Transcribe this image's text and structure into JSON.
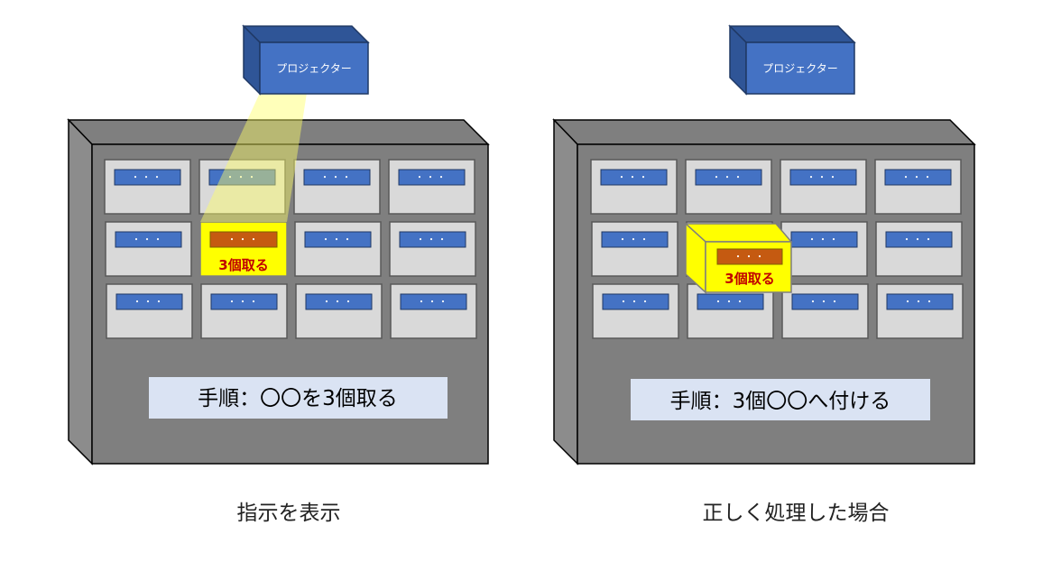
{
  "left_panel": {
    "projector_label": "プロジェクター",
    "bin_dots": "・・・",
    "highlight_label": "3個取る",
    "instruction": "手順：〇〇を3個取る",
    "caption": "指示を表示"
  },
  "right_panel": {
    "projector_label": "プロジェクター",
    "bin_dots": "・・・",
    "highlight_label": "3個取る",
    "instruction": "手順：3個〇〇へ付ける",
    "caption": "正しく処理した場合"
  },
  "colors": {
    "projector_front": "#4472c4",
    "projector_side": "#2f5597",
    "shelf_body": "#7f7f7f",
    "shelf_side": "#6d6d6d",
    "bin_face": "#d9d9d9",
    "bin_label": "#4472c4",
    "highlight_yellow": "#ffff00",
    "highlight_label": "#c55a11",
    "light_beam": "#ffff66",
    "instruction_bg": "#dae3f3"
  }
}
